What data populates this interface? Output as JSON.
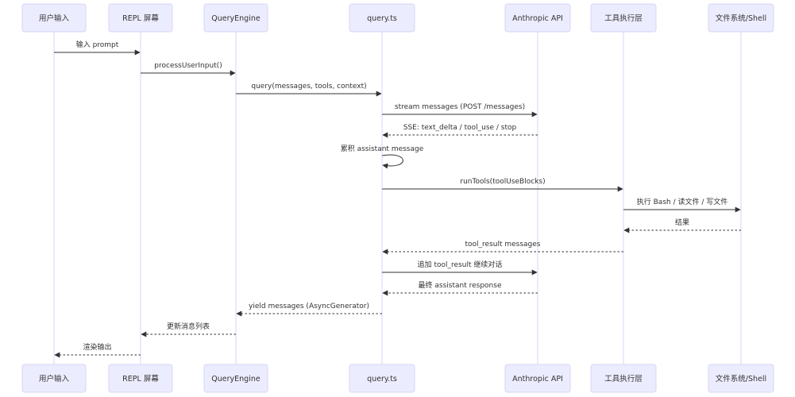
{
  "participants": [
    {
      "id": "user",
      "label": "用户输入"
    },
    {
      "id": "repl",
      "label": "REPL 屏幕"
    },
    {
      "id": "qe",
      "label": "QueryEngine"
    },
    {
      "id": "query",
      "label": "query.ts"
    },
    {
      "id": "api",
      "label": "Anthropic API"
    },
    {
      "id": "tools",
      "label": "工具执行层"
    },
    {
      "id": "fs",
      "label": "文件系统/Shell"
    }
  ],
  "messages": [
    {
      "from": "user",
      "to": "repl",
      "text": "输入 prompt",
      "style": "solid"
    },
    {
      "from": "repl",
      "to": "qe",
      "text": "processUserInput()",
      "style": "solid"
    },
    {
      "from": "qe",
      "to": "query",
      "text": "query(messages, tools, context)",
      "style": "solid"
    },
    {
      "from": "query",
      "to": "api",
      "text": "stream messages (POST /messages)",
      "style": "solid"
    },
    {
      "from": "api",
      "to": "query",
      "text": "SSE: text_delta / tool_use / stop",
      "style": "dotted"
    },
    {
      "from": "query",
      "to": "query",
      "text": "累积 assistant message",
      "style": "solid"
    },
    {
      "from": "query",
      "to": "tools",
      "text": "runTools(toolUseBlocks)",
      "style": "solid"
    },
    {
      "from": "tools",
      "to": "fs",
      "text": "执行 Bash / 读文件 / 写文件",
      "style": "solid"
    },
    {
      "from": "fs",
      "to": "tools",
      "text": "结果",
      "style": "dotted"
    },
    {
      "from": "tools",
      "to": "query",
      "text": "tool_result messages",
      "style": "dotted"
    },
    {
      "from": "query",
      "to": "api",
      "text": "追加 tool_result 继续对话",
      "style": "solid"
    },
    {
      "from": "api",
      "to": "query",
      "text": "最终 assistant response",
      "style": "dotted"
    },
    {
      "from": "query",
      "to": "qe",
      "text": "yield messages (AsyncGenerator)",
      "style": "dotted"
    },
    {
      "from": "qe",
      "to": "repl",
      "text": "更新消息列表",
      "style": "dotted"
    },
    {
      "from": "repl",
      "to": "user",
      "text": "渲染输出",
      "style": "dotted"
    }
  ]
}
